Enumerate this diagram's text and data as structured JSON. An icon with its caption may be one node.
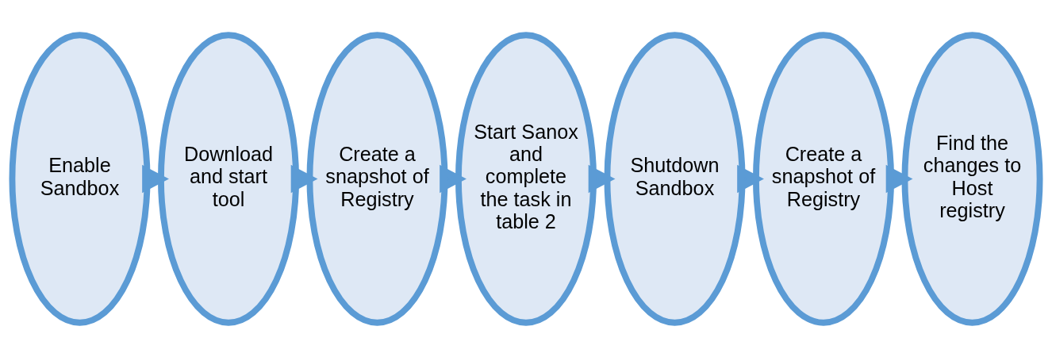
{
  "diagram": {
    "nodes": [
      {
        "text": [
          "Enable Sandbox"
        ]
      },
      {
        "text": [
          "Download and start tool"
        ]
      },
      {
        "text": [
          "Create a snapshot of Registry"
        ]
      },
      {
        "text": [
          "Start Sanox and complete the task in table 2"
        ]
      },
      {
        "text": [
          "Shutdown Sandbox"
        ]
      },
      {
        "text": [
          "Create a snapshot of Registry"
        ]
      },
      {
        "text": [
          "Find the changes to Host registry"
        ]
      }
    ],
    "edges": [
      {
        "from": 0,
        "to": 1,
        "arrow": "to"
      },
      {
        "from": 1,
        "to": 2,
        "arrow": "to"
      },
      {
        "from": 2,
        "to": 3,
        "arrow": "to"
      },
      {
        "from": 3,
        "to": 4,
        "arrow": "to"
      },
      {
        "from": 4,
        "to": 5,
        "arrow": "to"
      },
      {
        "from": 5,
        "to": 6,
        "arrow": "to"
      }
    ]
  }
}
